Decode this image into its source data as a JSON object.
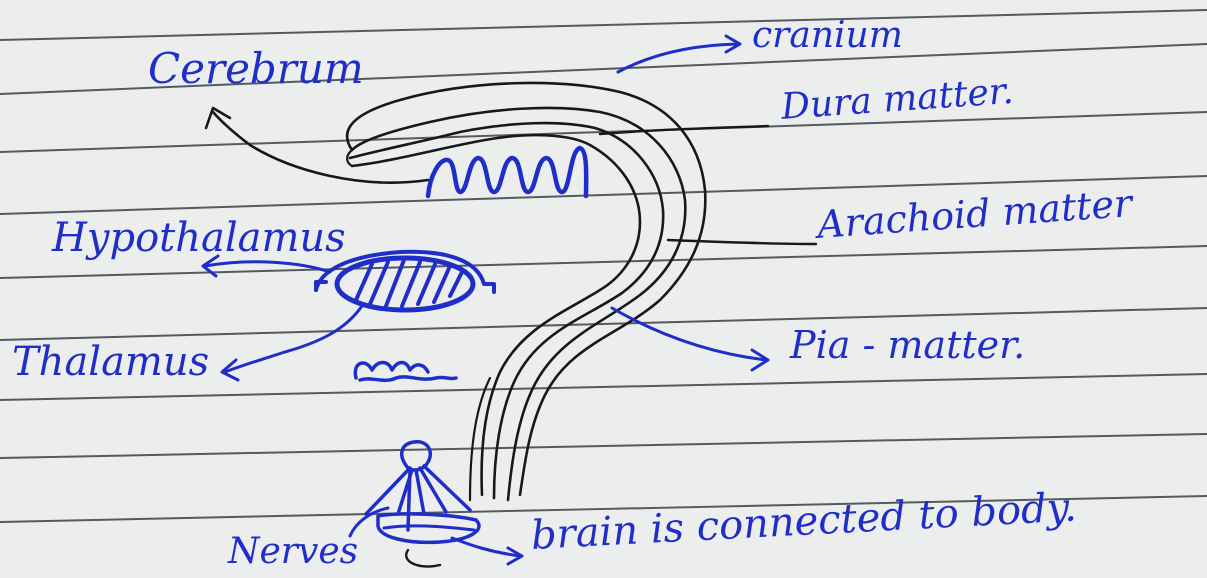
{
  "labels": {
    "cerebrum": "Cerebrum",
    "cranium": "cranium",
    "dura_matter": "Dura matter.",
    "hypothalamus": "Hypothalamus",
    "arachoid_matter": "Arachoid matter",
    "thalamus": "Thalamus",
    "pia_matter": "Pia - matter.",
    "nerves": "Nerves",
    "brain_connected": "brain is connected to body."
  },
  "colors": {
    "blue_ink": "#1f2ec9",
    "black_ink": "#17181c",
    "paper": "#eceeed",
    "ruled_line": "#3c3f45"
  }
}
